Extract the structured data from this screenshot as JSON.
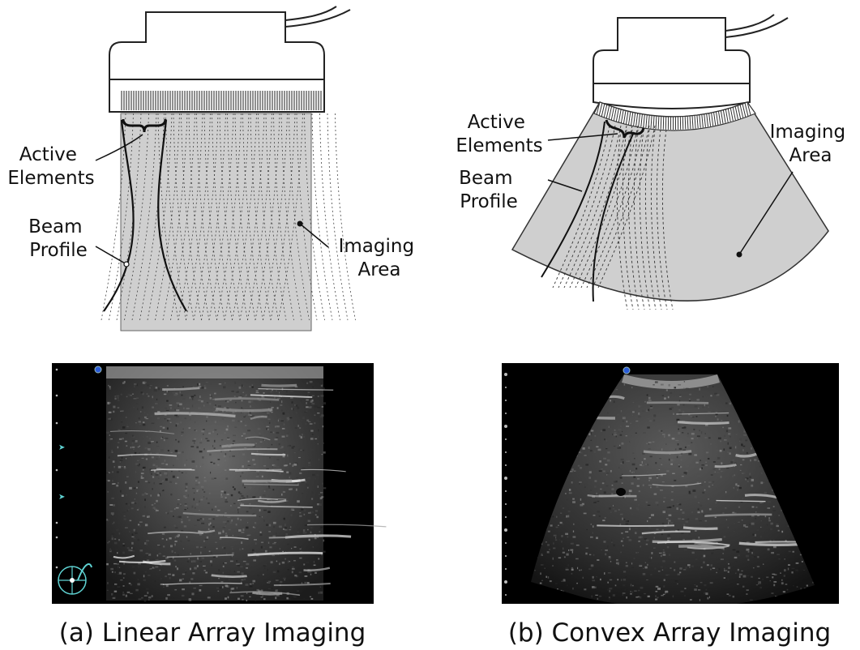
{
  "linear": {
    "labels": {
      "active_line1": "Active",
      "active_line2": "Elements",
      "beam_line1": "Beam",
      "beam_line2": "Profile",
      "imaging_line1": "Imaging",
      "imaging_line2": "Area"
    },
    "caption": "(a) Linear Array Imaging"
  },
  "convex": {
    "labels": {
      "active_line1": "Active",
      "active_line2": "Elements",
      "beam_line1": "Beam",
      "beam_line2": "Profile",
      "imaging_line1": "Imaging",
      "imaging_line2": "Area"
    },
    "caption": "(b) Convex Array Imaging"
  },
  "colors": {
    "imaging_area": "#cfcfcf",
    "outline": "#222222",
    "ultrasound_bg": "#000000",
    "marker_blue": "#2a5bd7",
    "marker_cyan": "#5fd3d3"
  }
}
